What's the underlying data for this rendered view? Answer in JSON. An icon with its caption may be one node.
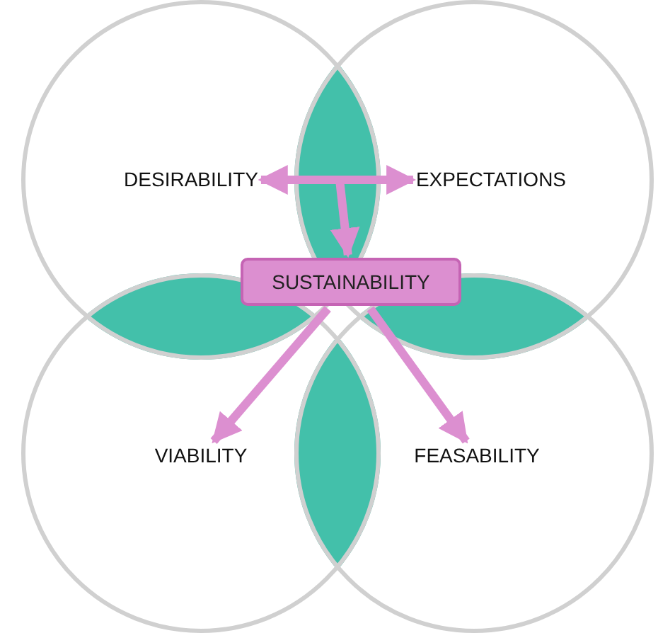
{
  "diagram": {
    "nodes": [
      {
        "text": [
          "DESIRABILITY"
        ]
      },
      {
        "text": [
          "EXPECTATIONS"
        ]
      },
      {
        "text": [
          "VIABILITY"
        ]
      },
      {
        "text": [
          "FEASABILITY"
        ]
      },
      {
        "text": [
          "SUSTAINABILITY"
        ]
      }
    ],
    "edges": [
      {
        "from": 0,
        "to": 1,
        "arrow": "both"
      },
      {
        "from": null,
        "to": 4,
        "arrow": "to"
      },
      {
        "from": 4,
        "to": 2,
        "arrow": "to"
      },
      {
        "from": 4,
        "to": 3,
        "arrow": "to"
      }
    ]
  }
}
